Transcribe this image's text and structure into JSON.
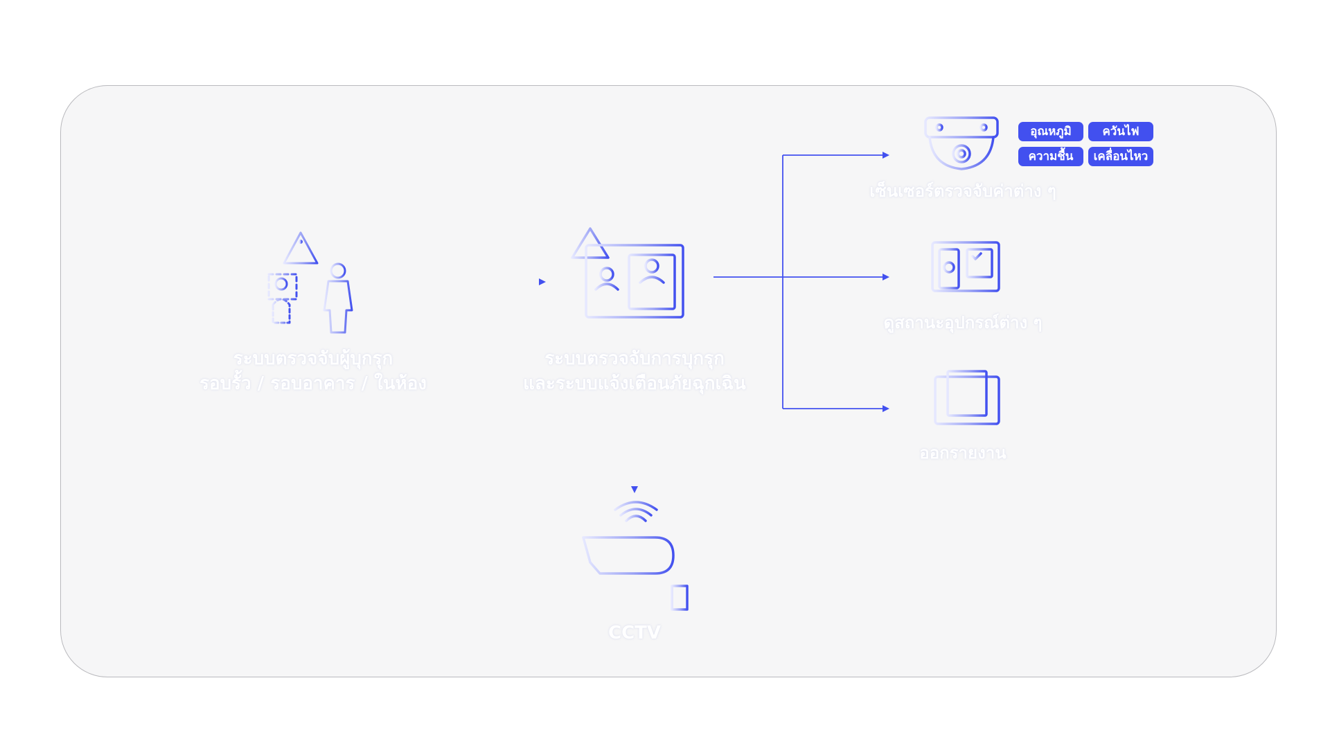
{
  "nodes": {
    "perimeter": {
      "line1": "ระบบตรวจจับผู้บุกรุก",
      "line2": "รอบรั้ว / รอบอาคาร / ในห้อง"
    },
    "center": {
      "line1": "ระบบตรวจจับการบุกรุก",
      "line2": "และระบบแจ้งเตือนภัยฉุกเฉิน"
    },
    "sensor": {
      "label": "เซ็นเซอร์ตรวจจับค่าต่าง ๆ"
    },
    "status": {
      "label": "ดูสถานะอุปกรณ์ต่าง ๆ"
    },
    "report": {
      "label": "ออกรายงาน"
    },
    "cctv": {
      "label": "CCTV"
    }
  },
  "sensor_tags": [
    "อุณหภูมิ",
    "ควันไฟ",
    "ความชื้น",
    "เคลื่อนไหว"
  ],
  "colors": {
    "accent": "#4250ef",
    "panel": "#f6f6f7",
    "border": "#b9b9bd",
    "icon_light": "#dde0ff"
  },
  "icons": {
    "perimeter": "intruder-warning-person-icon",
    "center": "monitor-alert-icon",
    "sensor": "dome-sensor-camera-icon",
    "status": "device-status-monitor-icon",
    "report": "report-document-monitor-icon",
    "cctv": "cctv-camera-icon"
  }
}
